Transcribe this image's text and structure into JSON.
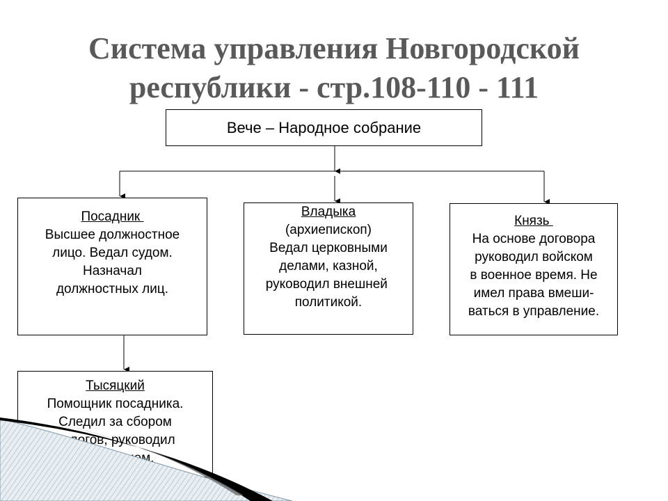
{
  "title": {
    "line1": "Система управления Новгородской",
    "line2": "республики    - стр.108-110 - 111"
  },
  "nodes": {
    "veche": {
      "label": "Вече – Народное собрание"
    },
    "posadnik": {
      "heading": "Посадник ",
      "lines": [
        "Высшее должностное",
        "лицо. Ведал судом.",
        "Назначал",
        "должностных лиц."
      ]
    },
    "vladyka": {
      "heading": "Владыка",
      "lines": [
        "(архиепископ)",
        "Ведал церковными",
        "делами, казной,",
        "руководил внешней ",
        "политикой."
      ]
    },
    "knyaz": {
      "heading": "Князь ",
      "lines": [
        "На основе договора",
        "руководил войском",
        "в военное время. Не",
        "имел права вмеши-",
        "ваться в управление."
      ]
    },
    "tysyatsky": {
      "heading": "Тысяцкий",
      "lines": [
        "Помощник посадника.",
        "Следил за сбором",
        "налогов, руководил",
        "ополчением."
      ]
    }
  }
}
